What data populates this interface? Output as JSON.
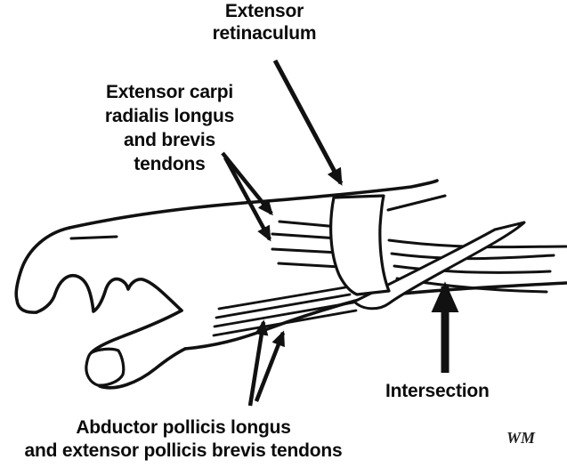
{
  "figure": {
    "type": "anatomical line drawing of hand, wrist and forearm (radial/dorsal view)",
    "background_color": "#ffffff",
    "ink_color": "#111111",
    "labels": {
      "extensor_retinaculum": "Extensor\nretinaculum",
      "extensor_carpi": "Extensor carpi\nradialis longus\nand brevis\ntendons",
      "abductor": "Abductor pollicis longus\nand extensor pollicis brevis tendons",
      "intersection": "Intersection",
      "signature": "WM"
    },
    "arrows": [
      {
        "from": "Extensor retinaculum label",
        "to": "retinaculum band at wrist"
      },
      {
        "from": "Extensor carpi radialis label",
        "to": "upper wrist tendon"
      },
      {
        "from": "Extensor carpi radialis label",
        "to": "lower wrist tendon"
      },
      {
        "from": "Abductor pollicis label",
        "to": "thumb-side tendon"
      },
      {
        "from": "Abductor pollicis label",
        "to": "thumb-side tendon (second)"
      },
      {
        "from": "Intersection label",
        "to": "tendon crossing point on forearm"
      }
    ]
  }
}
